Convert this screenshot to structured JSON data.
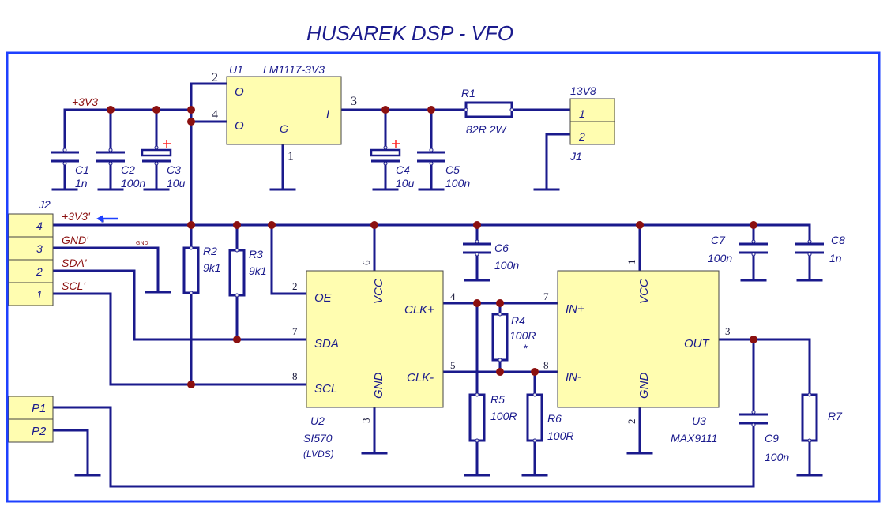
{
  "title": "HUSAREK DSP - VFO",
  "regulator": {
    "ref": "U1",
    "part": "LM1117-3V3",
    "pin_o1": "O",
    "pin_o2": "O",
    "pin_i": "I",
    "pin_g": "G",
    "n2": "2",
    "n4": "4",
    "n3": "3",
    "n1": "1"
  },
  "rail_top": "+3V3",
  "rail_main": "+3V3'",
  "caps": {
    "c1": {
      "ref": "C1",
      "value": "1n"
    },
    "c2": {
      "ref": "C2",
      "value": "100n"
    },
    "c3": {
      "ref": "C3",
      "value": "10u"
    },
    "c4": {
      "ref": "C4",
      "value": "10u"
    },
    "c5": {
      "ref": "C5",
      "value": "100n"
    },
    "c6": {
      "ref": "C6",
      "value": "100n"
    },
    "c7": {
      "ref": "C7",
      "value": "100n"
    },
    "c8": {
      "ref": "C8",
      "value": "1n"
    },
    "c9": {
      "ref": "C9",
      "value": "100n"
    }
  },
  "resistors": {
    "r1": {
      "ref": "R1",
      "value": "82R 2W"
    },
    "r2": {
      "ref": "R2",
      "value": "9k1"
    },
    "r3": {
      "ref": "R3",
      "value": "9k1"
    },
    "r4": {
      "ref": "R4",
      "value": "100R",
      "note": "*"
    },
    "r5": {
      "ref": "R5",
      "value": "100R"
    },
    "r6": {
      "ref": "R6",
      "value": "100R"
    },
    "r7": {
      "ref": "R7"
    }
  },
  "j1": {
    "ref": "J1",
    "net": "13V8",
    "pins": [
      "1",
      "2"
    ]
  },
  "j2": {
    "ref": "J2",
    "pins": [
      "4",
      "3",
      "2",
      "1"
    ],
    "nets": [
      "+3V3'",
      "GND'",
      "SDA'",
      "SCL'"
    ],
    "gnd_tag": "GND"
  },
  "p": {
    "p1": "P1",
    "p2": "P2"
  },
  "u2": {
    "ref": "U2",
    "part": "SI570",
    "note": "(LVDS)",
    "oe": "OE",
    "vcc": "VCC",
    "sda": "SDA",
    "scl": "SCL",
    "gnd": "GND",
    "clkp": "CLK+",
    "clkn": "CLK-",
    "n_oe": "2",
    "n_vcc": "6",
    "n_sda": "7",
    "n_scl": "8",
    "n_gnd": "3",
    "n_clkp": "4",
    "n_clkn": "5"
  },
  "u3": {
    "ref": "U3",
    "part": "MAX9111",
    "inp": "IN+",
    "inn": "IN-",
    "vcc": "VCC",
    "gnd": "GND",
    "out": "OUT",
    "n_inp": "7",
    "n_inn": "8",
    "n_vcc": "1",
    "n_gnd": "2",
    "n_out": "3"
  },
  "colors": {
    "wire": "#1a1a8c",
    "junction": "#8b1010",
    "body": "#fffdb0",
    "net_label": "#8b1010",
    "arrow": "#1e40ff"
  }
}
